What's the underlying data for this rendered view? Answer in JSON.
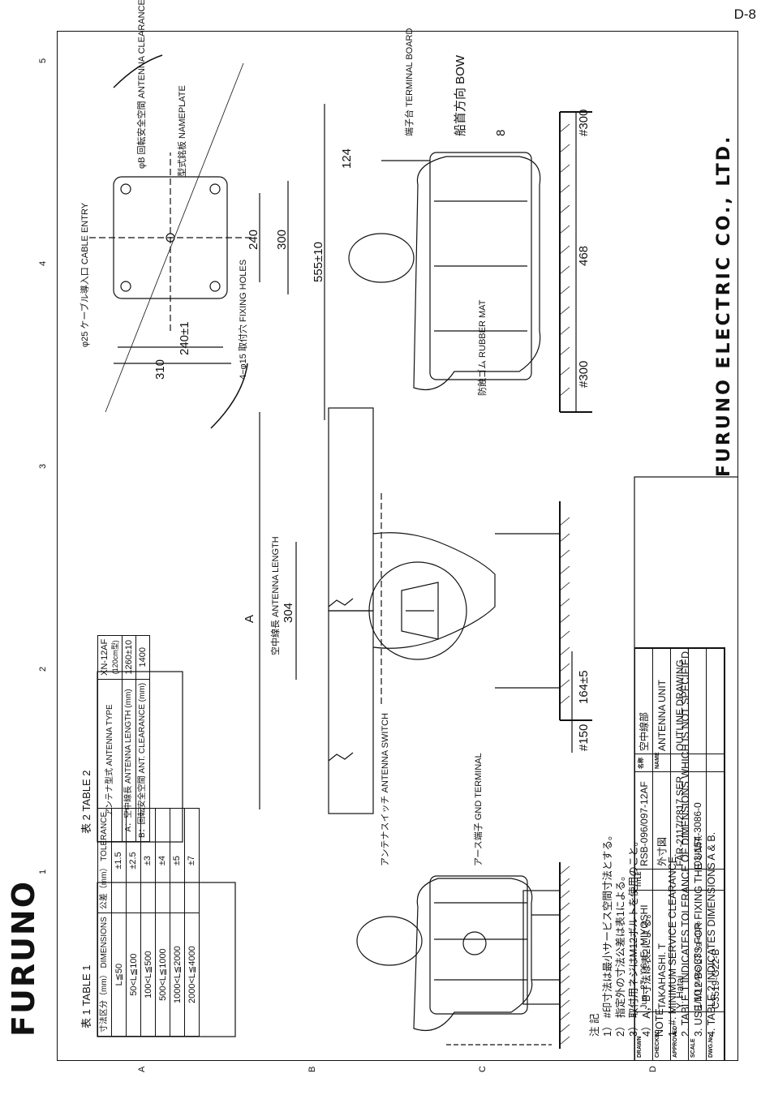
{
  "page_number": "D-8",
  "logo": "FURUNO",
  "company": "FURUNO ELECTRIC CO., LTD.",
  "grid": {
    "columns": [
      "1",
      "2",
      "3",
      "4",
      "5"
    ],
    "rows": [
      "A",
      "B",
      "C",
      "D"
    ]
  },
  "table1": {
    "title": "表 1 TABLE 1",
    "headers": [
      "寸法区分（mm） DIMENSIONS",
      "公差（mm） TOLERANCE"
    ],
    "rows": [
      [
        "L≦50",
        "±1.5"
      ],
      [
        "50<L≦100",
        "±2.5"
      ],
      [
        "100<L≦500",
        "±3"
      ],
      [
        "500<L≦1000",
        "±4"
      ],
      [
        "1000<L≦2000",
        "±5"
      ],
      [
        "2000<L≦4000",
        "±7"
      ]
    ]
  },
  "table2": {
    "title": "表 2 TABLE 2",
    "col_header": "アンテナ型式 ANTENNA TYPE",
    "type": "XN-12AF",
    "type_sub": "(120cm型)",
    "rows": [
      [
        "A：空中線長 ANTENNA LENGTH (mm)",
        "1260±10"
      ],
      [
        "B：回転安全空間 ANT. CLEARANCE (mm)",
        "1400"
      ]
    ]
  },
  "notes_jp_label": "注 記",
  "notes_jp": [
    "1） #印寸法は最小サービス空間寸法とする。",
    "2） 指定外の寸法公差は表1による。",
    "3） 取付用ネジはM12ボルトを使用のこと。",
    "4） A，B寸法は表2による。"
  ],
  "notes_en_label": "NOTE",
  "notes_en": [
    "1.  #: MINIMUM SERVICE CLEARANCE.",
    "2.  TABLE 1 INDICATES TOLERANCE OF DIMENSIONS WHICH IS NOT SPECIFIED.",
    "3.  USE M12 BOLTS FOR FIXING THE UNIT.",
    "4.  TABLE 2 INDICATES DIMENSIONS A & B."
  ],
  "labels": {
    "antenna_switch": "アンテナスイッチ ANTENNA SWITCH",
    "gnd_terminal": "アース端子 GND TERMINAL",
    "antenna_length": "空中線長 ANTENNA LENGTH",
    "dim_a": "A",
    "dim_304": "304",
    "dim_164": "164±5",
    "dim_150": "#150",
    "dim_555": "555±10",
    "dim_300a": "#300",
    "dim_300b": "#300",
    "dim_468": "468",
    "dim_124": "124",
    "dim_8": "8",
    "rubber_mat": "防蝕ゴム RUBBER MAT",
    "terminal_board": "端子台 TERMINAL BOARD",
    "bow": "船首方向 BOW",
    "clearance": "φB 回転安全空間 ANTENNA CLEARANCE",
    "nameplate": "型式銘板 NAMEPLATE",
    "cable_entry": "φ25 ケーブル導入口 CABLE ENTRY",
    "fixing_holes": "4−φ15 取付穴 FIXING HOLES",
    "dim_240": "240",
    "dim_300": "300",
    "dim_240tol": "240±1",
    "dim_310": "310"
  },
  "title_block": {
    "drawn_label": "DRAWN",
    "drawn_date": "Jun. 27, '06",
    "drawn_by": "E. MIYOSHI",
    "checked_label": "CHECKED",
    "checked_by": "TAKAHASHI. T",
    "approved_label": "APPROVED",
    "approved_by": "Y. Hatai",
    "scale_label": "SCALE",
    "scale": "1/10",
    "mass_label": "MASS",
    "mass": "33",
    "mass_unit": "kg",
    "mass_tol": "±10%",
    "dwg_label": "DWG.No.",
    "dwg_no": "C3519-G22-B",
    "ref_no": "03-154-3086-0",
    "series": "FAR-2117/2817 SER",
    "title_label": "TITLE",
    "title": "RSB-096/097-12AF",
    "name_jp_label": "名称",
    "name_jp": "空中線部",
    "drawing_jp": "外寸図",
    "name_label": "NAME",
    "name": "ANTENNA UNIT",
    "drawing": "OUTLINE DRAWING"
  }
}
